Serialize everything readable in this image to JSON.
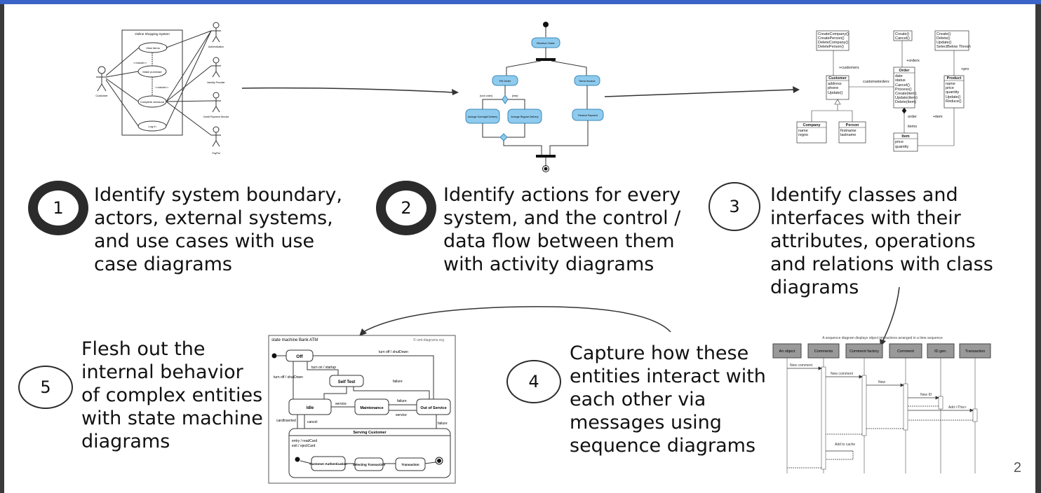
{
  "steps": [
    {
      "number": "1",
      "text": "Identify system boundary, actors, external systems, and use cases with use case diagrams"
    },
    {
      "number": "2",
      "text": "Identify actions for every system, and the control / data flow between them with activity diagrams"
    },
    {
      "number": "3",
      "text": "Identify classes and interfaces with their attributes, operations and relations with class diagrams"
    },
    {
      "number": "4",
      "text": "Capture how these entities interact with each other via messages using sequence diagrams"
    },
    {
      "number": "5",
      "text": "Flesh out the internal behavior of complex entities with state machine diagrams"
    }
  ],
  "usecase": {
    "title": "Online Shopping System",
    "cases": [
      "View Items",
      "Make purchase",
      "Complete checkout",
      "Log In"
    ],
    "include1": "<<include>>",
    "include2": "<<include>>",
    "actors": [
      "Customer",
      "Authentication",
      "Identity Provider",
      "Credit Payment Service",
      "PayPal"
    ]
  },
  "activity": {
    "nodes": [
      "Receive Order",
      "Fill Order",
      "Send Invoice",
      "Arrange Overnight Delivery",
      "Arrange Regular Delivery",
      "Receive Payment"
    ],
    "guards": [
      "[rush order]",
      "[else]"
    ]
  },
  "classes": {
    "customer": {
      "name": "Customer",
      "attrs": [
        "address",
        "phone",
        "Update()"
      ]
    },
    "order": {
      "name": "Order",
      "attrs": [
        "date",
        "status",
        "Cancel()",
        "Process()",
        "Create(item)",
        "Update(item)",
        "Delete(item)"
      ]
    },
    "product": {
      "name": "Product",
      "attrs": [
        "name",
        "price",
        "quantity",
        "Update()",
        "Reduce()"
      ]
    },
    "company": {
      "name": "Company",
      "attrs": [
        "name",
        "regno"
      ]
    },
    "person": {
      "name": "Person",
      "attrs": [
        "firstname",
        "lastname"
      ]
    },
    "item": {
      "name": "Item",
      "attrs": [
        "price",
        "quantity"
      ]
    },
    "ops1": [
      "CreateCompany()",
      "CreatePerson()",
      "DeleteCompany()",
      "DeletePerson()"
    ],
    "ops2": [
      "Create()",
      "Cancel()"
    ],
    "ops3": [
      "Create()",
      "Delete()",
      "Update()",
      "SelectBelow Thresh"
    ],
    "labels": [
      "+customers",
      "customer",
      "orders",
      "+orders",
      "order",
      "items",
      "+item",
      "+pro"
    ]
  },
  "sequence": {
    "caption": "A sequence diagram displays object interactions arranged in a time sequence",
    "objects": [
      "An object",
      "Comments",
      "Comment factory",
      "Comment",
      "ID gen.",
      "Transaction"
    ],
    "messages": [
      "New comment",
      "New comment",
      "New",
      "New ID",
      "Add <This>",
      "Add to cache"
    ]
  },
  "statemachine": {
    "title": "state machine Bank ATM",
    "copyright": "© uml-diagrams.org",
    "states": [
      "Off",
      "Self Test",
      "Idle",
      "Maintenance",
      "Out of Service",
      "Serving Customer"
    ],
    "substates": [
      "Customer Authentication",
      "Selecting Transaction",
      "Transaction"
    ],
    "transitions": [
      "turn off / shutDown",
      "turn on / startup",
      "turn off / shutDown",
      "failure",
      "service",
      "failure",
      "service",
      "cardInserted",
      "cancel",
      "failure"
    ],
    "entry": "entry / readCard",
    "exit": "exit / ejectCard"
  },
  "page_number": "2"
}
